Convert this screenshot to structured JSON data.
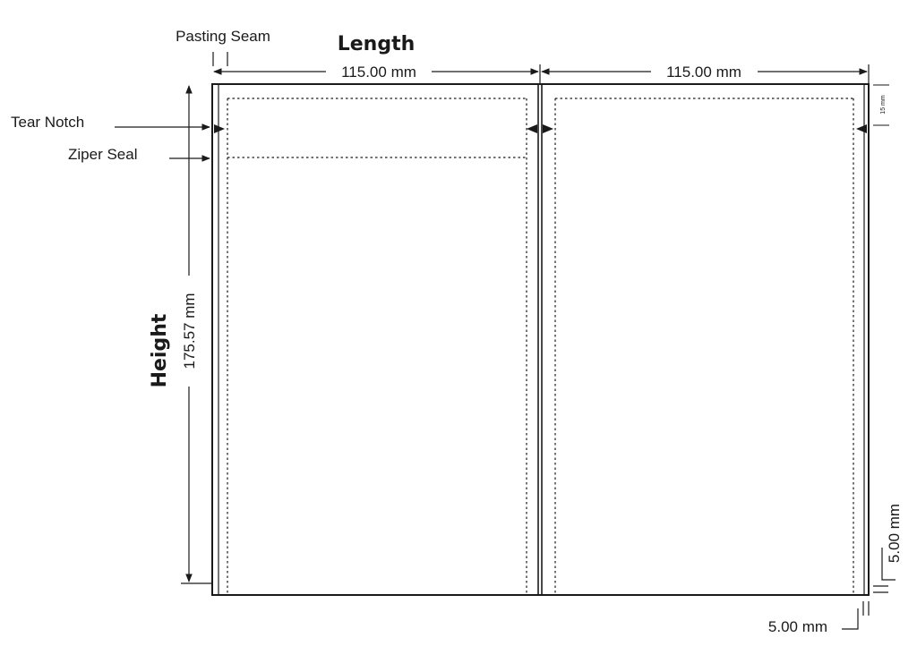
{
  "labels": {
    "length_title": "Length",
    "height_title": "Height",
    "pasting_seam": "Pasting Seam",
    "tear_notch": "Tear Notch",
    "zipper_seal": "Ziper Seal"
  },
  "dimensions": {
    "left_panel_width": "115.00 mm",
    "right_panel_width": "115.00 mm",
    "height": "175.57 mm",
    "top_margin": "15 mm",
    "bottom_margin": "5.00 mm",
    "side_margin": "5.00 mm"
  },
  "colors": {
    "line": "#1a1a1a",
    "background": "#ffffff"
  }
}
